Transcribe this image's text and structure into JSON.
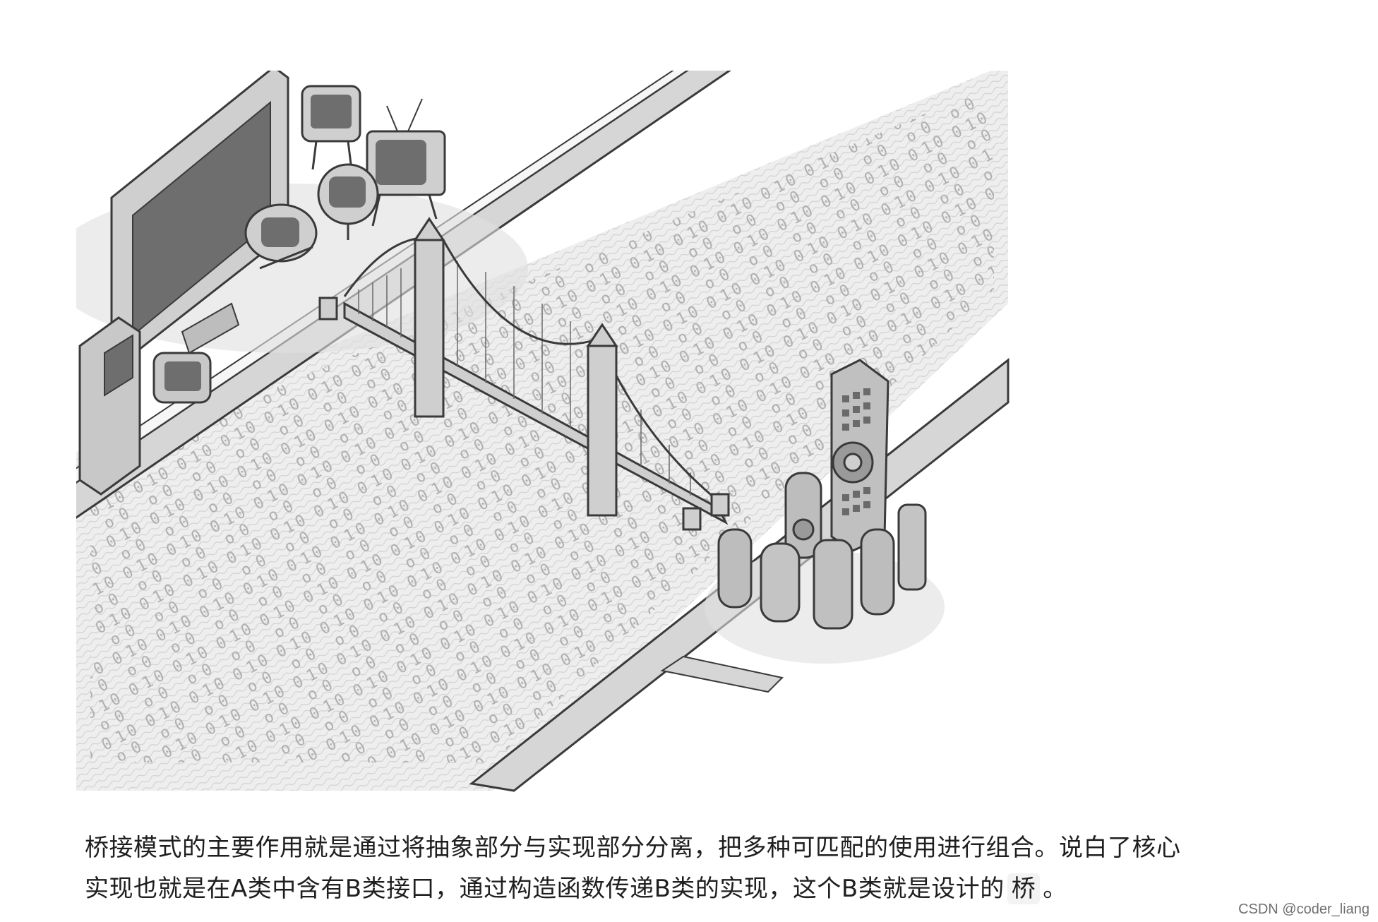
{
  "figure": {
    "description_icons": [
      "tv-devices-icon",
      "bridge-icon",
      "remote-controls-icon"
    ],
    "colors": {
      "line": "#3a3a3a",
      "road": "#cfcfcf",
      "river": "#e9e9e9",
      "device_fill": "#bdbdbd"
    },
    "river_symbols": [
      "0",
      "1",
      "0",
      "1",
      "0",
      "0",
      "1"
    ]
  },
  "caption": {
    "line1": "桥接模式的主要作用就是通过将抽象部分与实现部分分离，把多种可匹配的使用进行组合。说白了核心",
    "line2_prefix": "实现也就是在A类中含有B类接口，通过构造函数传递B类的实现，这个B类就是设计的",
    "code_word": "桥",
    "line2_suffix": "。"
  },
  "watermark": "CSDN @coder_liang"
}
